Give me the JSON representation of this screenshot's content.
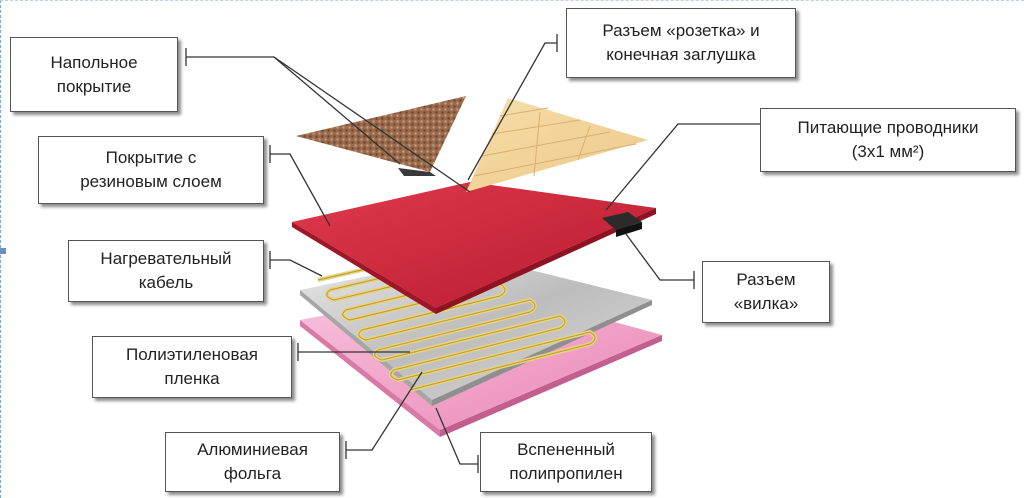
{
  "labels": {
    "floor_covering": "Напольное\nпокрытие",
    "rubber_coating": "Покрытие с\nрезиновым слоем",
    "heating_cable": "Нагревательный\nкабель",
    "polyethylene_film": "Полиэтиленовая\nпленка",
    "aluminum_foil": "Алюминиевая\nфольга",
    "socket_connector": "Разъем «розетка» и\nконечная заглушка",
    "supply_conductors": "Питающие проводники\n(3х1 мм²)",
    "plug_connector": "Разъем\n«вилка»",
    "foamed_polypropylene": "Вспененный\nполипропилен"
  },
  "colors": {
    "pink_layer": "#f4a9cc",
    "aluminum_layer": "#c8c8c8",
    "cable": "#e8d27a",
    "red_layer": "#d2253a",
    "carpet": "#9a6a4c",
    "parquet": "#f3d7a0",
    "leader_line": "#333333"
  }
}
